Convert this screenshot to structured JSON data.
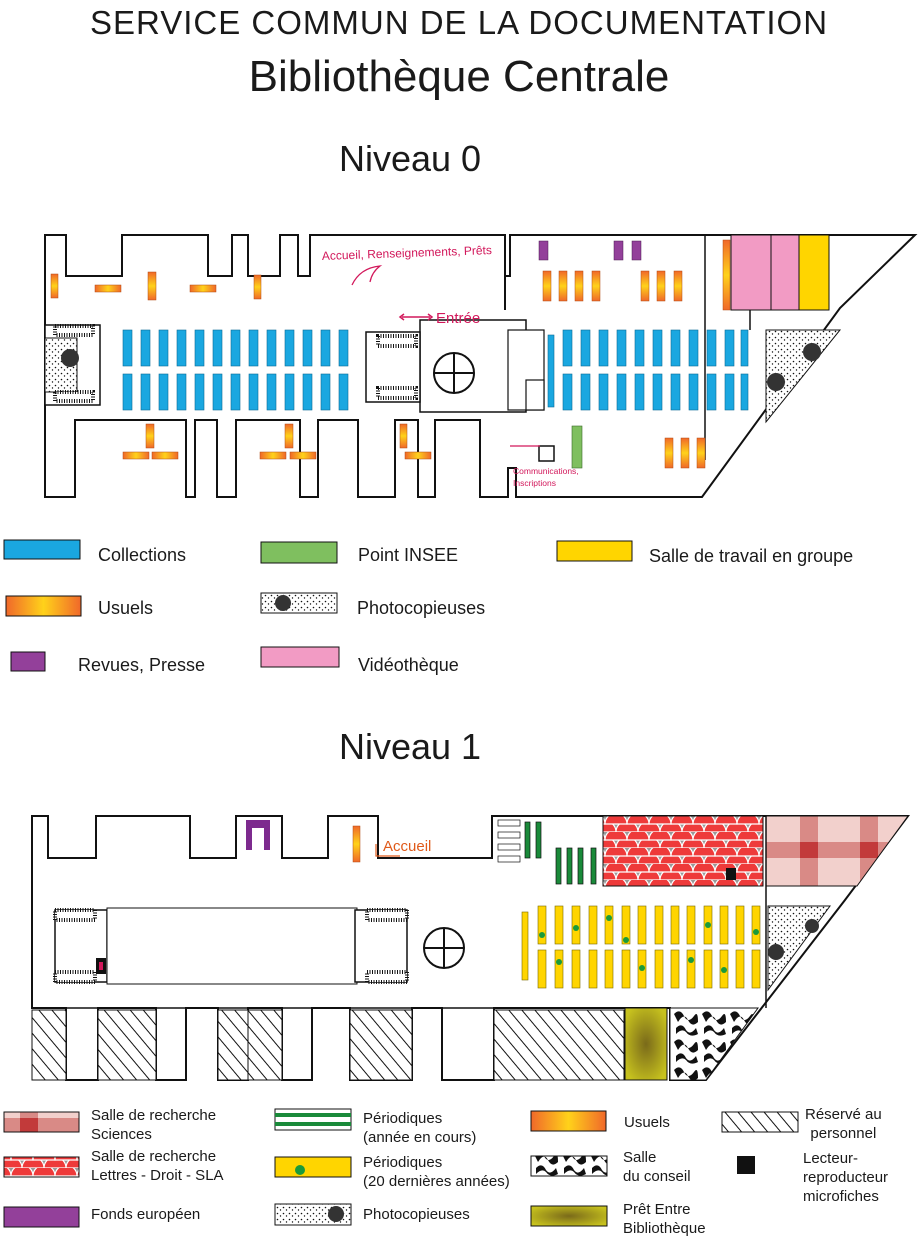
{
  "header": {
    "service": "SERVICE COMMUN DE LA DOCUMENTATION",
    "library": "Bibliothèque Centrale"
  },
  "level0": {
    "title": "Niveau 0",
    "labels": {
      "accueil": "Accueil, Renseignements, Prêts",
      "entree": "Entrée",
      "communications1": "Communications,",
      "communications2": "Inscriptions"
    },
    "legend": {
      "collections": "Collections",
      "point_insee": "Point INSEE",
      "salle_groupe": "Salle de travail en groupe",
      "usuels": "Usuels",
      "photocopieuses": "Photocopieuses",
      "revues": "Revues, Presse",
      "videotheque": "Vidéothèque"
    }
  },
  "level1": {
    "title": "Niveau 1",
    "labels": {
      "accueil": "Accueil"
    },
    "legend": {
      "sciences_1": "Salle de recherche",
      "sciences_2": "Sciences",
      "lettres_1": "Salle de recherche",
      "lettres_2": "Lettres - Droit - SLA",
      "fonds": "Fonds européen",
      "periodiques_1": "Périodiques",
      "periodiques_2": "(année en cours)",
      "periodiques20_1": "Périodiques",
      "periodiques20_2": "(20 dernières années)",
      "photocopieuses": "Photocopieuses",
      "usuels": "Usuels",
      "conseil_1": "Salle",
      "conseil_2": "du conseil",
      "peb_1": "Prêt Entre",
      "peb_2": "Bibliothèque",
      "reserve_1": "Réservé au",
      "reserve_2": "personnel",
      "lecteur_1": "Lecteur-",
      "lecteur_2": "reproducteur",
      "lecteur_3": "microfiches"
    }
  },
  "colors": {
    "collections": "#1aa7e0",
    "insee": "#7fbf5f",
    "groupe": "#ffd500",
    "revues": "#93409a",
    "video": "#f29bc4",
    "accent_text": "#d2185b",
    "accueil1_text": "#e05a1a"
  }
}
